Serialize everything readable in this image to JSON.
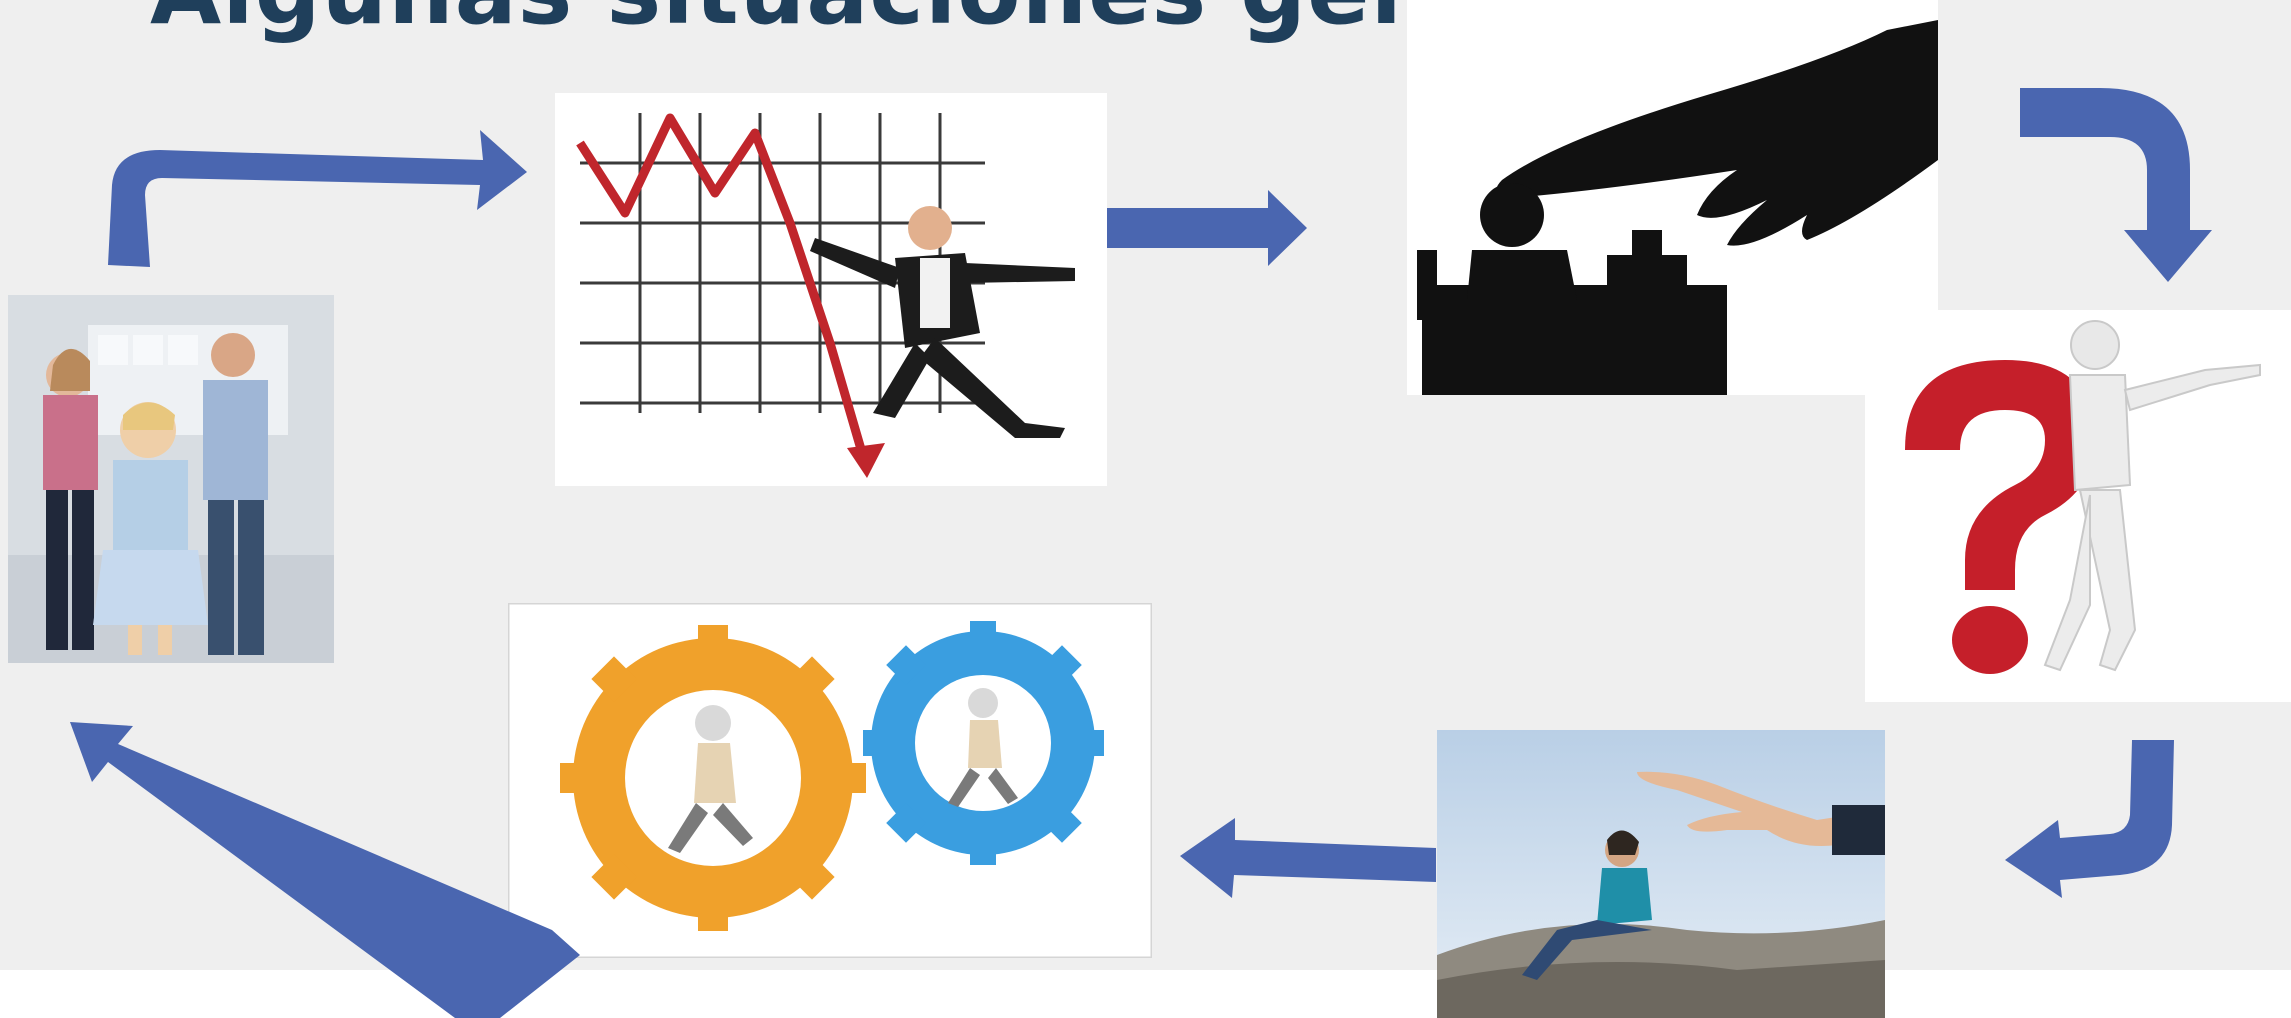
{
  "slide": {
    "title": "Algunas situaciones generan:"
  },
  "colors": {
    "background": "#efefef",
    "title": "#1f3f5b",
    "arrow": "#4a66b0"
  },
  "images": [
    {
      "name": "family-conflict-photo",
      "icon": "family-arguing"
    },
    {
      "name": "market-crash-photo",
      "icon": "falling-chart-businessman"
    },
    {
      "name": "dismissal-hand-photo",
      "icon": "pointing-hand-office-worker"
    },
    {
      "name": "question-mark-photo",
      "icon": "mannequin-question-mark"
    },
    {
      "name": "flick-away-photo",
      "icon": "hand-flicking-person"
    },
    {
      "name": "gears-people-photo",
      "icon": "people-running-in-gears"
    }
  ]
}
